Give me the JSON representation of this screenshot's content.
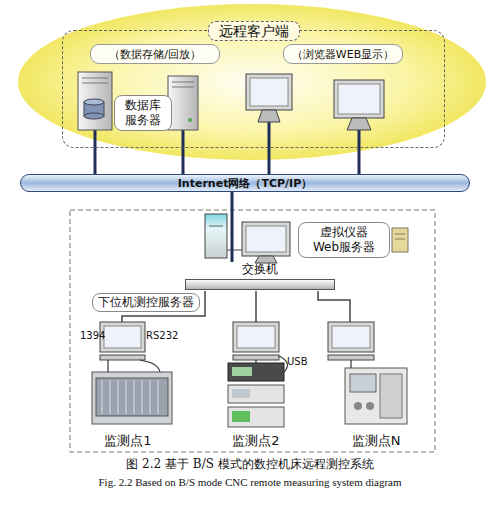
{
  "diagram": {
    "caption": "图 2.2 基于 B/S 模式的数控机床远程测控系统",
    "nodes": [
      {
        "text": [
          "远程客户端"
        ]
      },
      {
        "text": [
          "（数据存储/回放）"
        ],
        "in": 0
      },
      {
        "text": [
          "（浏览器WEB显示）"
        ],
        "in": 0
      },
      {
        "text": [
          "数据库服务器"
        ],
        "in": 0
      },
      {
        "text": [
          "Internet网络（TCP/IP）"
        ]
      },
      {
        "text": [
          "虚拟仪器Web服务器"
        ]
      },
      {
        "text": [
          "交换机"
        ]
      },
      {
        "text": [
          "下位机测控服务器"
        ]
      }
    ],
    "edges": [
      {
        "from": 4,
        "to": 6,
        "arrow": "none"
      }
    ],
    "labels": [
      "1394",
      "RS232",
      "USB",
      "监测点1",
      "监测点2",
      "监测点N",
      "Fig. 2.2 Based on B/S mode CNC remote measuring system diagram"
    ]
  }
}
